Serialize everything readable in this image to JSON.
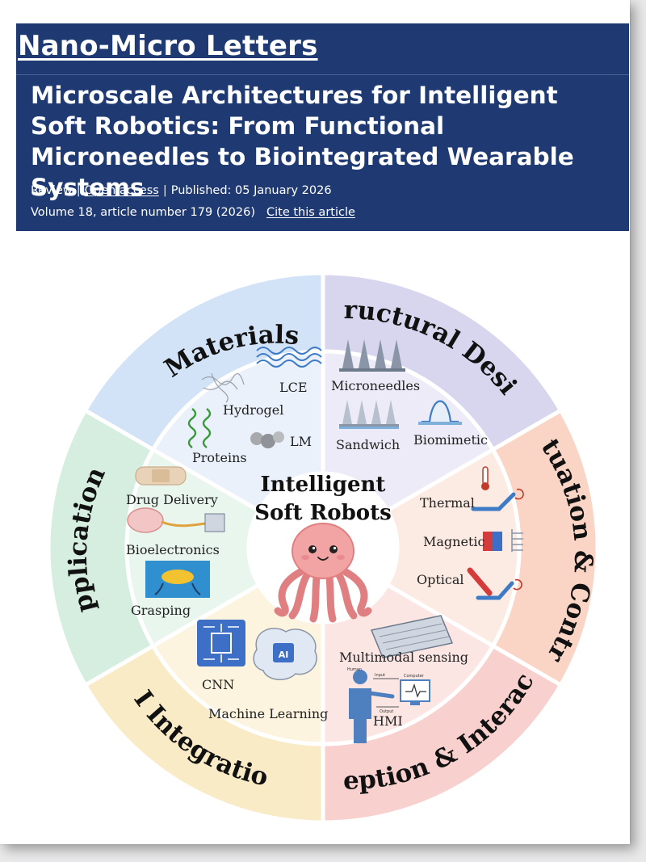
{
  "journal": "Nano-Micro Letters",
  "article": {
    "title": "Microscale Architectures for Intelligent Soft Robotics: From Functional Microneedles to Biointegrated Wearable Systems",
    "type": "Review",
    "access": "Open access",
    "published": "Published: 05 January 2026",
    "volume": "Volume 18, article number 179 (2026)",
    "cite": "Cite this article"
  },
  "diagram": {
    "center": {
      "line1": "Intelligent",
      "line2": "Soft Robots"
    },
    "segments": [
      {
        "label": "Materials",
        "color": "#d3e3f7",
        "inner_color": "#eaf1fb",
        "items": [
          "LCE",
          "Hydrogel",
          "Proteins",
          "LM"
        ]
      },
      {
        "label": "Structural Design",
        "color": "#d8d5ef",
        "inner_color": "#ecebf7",
        "items": [
          "Microneedles",
          "Sandwich",
          "Biomimetic"
        ]
      },
      {
        "label": "Actuation & Control",
        "color": "#fad5c6",
        "inner_color": "#fcebe3",
        "items": [
          "Thermal",
          "Magnetic",
          "Optical"
        ]
      },
      {
        "label": "Perception & Interaction",
        "color": "#f8d1cf",
        "inner_color": "#fbe6e4",
        "items": [
          "Multimodal sensing",
          "HMI",
          "Human",
          "Input",
          "Computer",
          "Output"
        ]
      },
      {
        "label": "AI Integration",
        "color": "#faebc7",
        "inner_color": "#fdf4df",
        "items": [
          "CNN",
          "Machine Learning",
          "AI"
        ]
      },
      {
        "label": "Applications",
        "color": "#d5eedf",
        "inner_color": "#e9f6ee",
        "items": [
          "Drug Delivery",
          "Bioelectronics",
          "Grasping"
        ]
      }
    ]
  }
}
